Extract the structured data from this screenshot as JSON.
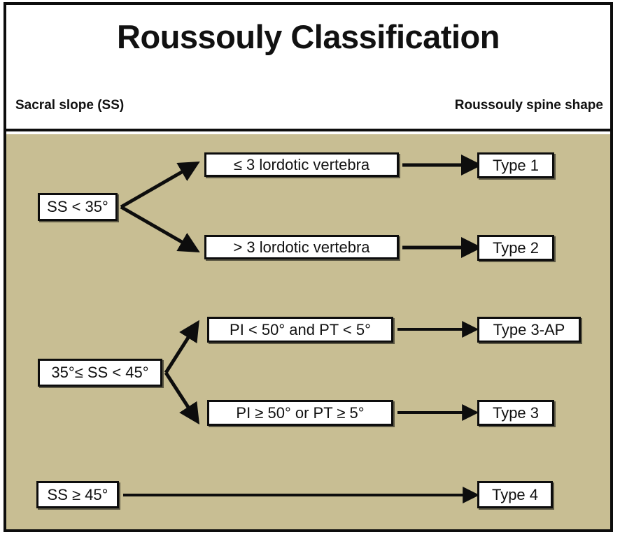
{
  "figure": {
    "title": "Roussouly Classification",
    "column_labels": {
      "left": "Sacral slope (SS)",
      "right": "Roussouly spine shape"
    },
    "colors": {
      "background": "#c8be93",
      "header_background": "#ffffff",
      "frame": "#0d0d0d",
      "box_fill": "#ffffff",
      "text": "#111111"
    }
  },
  "flow": {
    "groups": [
      {
        "condition": "SS < 35°",
        "branches": [
          {
            "criterion": "≤ 3 lordotic vertebra",
            "result": "Type 1"
          },
          {
            "criterion": "> 3 lordotic vertebra",
            "result": "Type 2"
          }
        ]
      },
      {
        "condition": "35°≤ SS < 45°",
        "branches": [
          {
            "criterion": "PI < 50° and PT < 5°",
            "result": "Type 3-AP"
          },
          {
            "criterion": "PI ≥ 50° or PT ≥ 5°",
            "result": "Type 3"
          }
        ]
      },
      {
        "condition": "SS ≥ 45°",
        "branches": [
          {
            "criterion": "",
            "result": "Type 4"
          }
        ]
      }
    ]
  }
}
